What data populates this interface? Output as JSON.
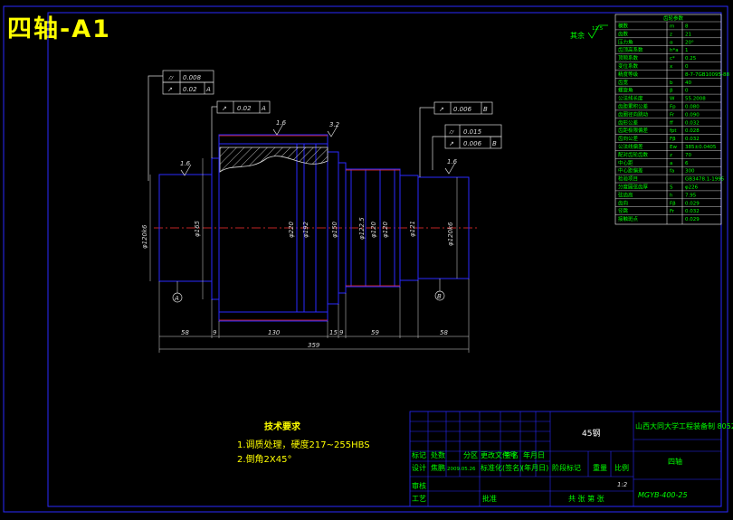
{
  "title_tag": "四轴-A1",
  "surface_note": {
    "label": "其余",
    "value": "12.5"
  },
  "tolerances": {
    "tl1": "0.008",
    "tl2": "0.02",
    "tl2_datum": "A",
    "t3": "0.02",
    "t3_datum": "A",
    "t4": "0.006",
    "t4_datum": "B",
    "t5": "0.015",
    "t6": "0.006",
    "t6_datum": "B"
  },
  "roughness": {
    "r1": "1.6",
    "r2": "1.6",
    "r3": "3.2",
    "r4": "1.6"
  },
  "datums": {
    "left": "A",
    "right": "B"
  },
  "diameters": {
    "d1": "φ120k6",
    "d2": "φ165",
    "d3": "φ220",
    "d4": "φ192",
    "d5": "φ150",
    "d6": "φ122.5",
    "d7": "φ120",
    "d8": "φ120",
    "d9": "φ121",
    "d10": "φ120k6"
  },
  "lengths": [
    "58",
    "9",
    "130",
    "15",
    "9",
    "59",
    "58"
  ],
  "total_length": "359",
  "tech_req": {
    "title": "技术要求",
    "items": [
      "1.调质处理，硬度217~255HBS",
      "2.倒角2X45°"
    ]
  },
  "param_table": {
    "title": "齿轮参数",
    "rows": [
      [
        "模数",
        "m",
        "8"
      ],
      [
        "齿数",
        "z",
        "21"
      ],
      [
        "压力角",
        "α",
        "20°"
      ],
      [
        "齿顶高系数",
        "h*a",
        "1"
      ],
      [
        "顶隙系数",
        "c*",
        "0.25"
      ],
      [
        "变位系数",
        "x",
        "0"
      ],
      [
        "精度等级",
        "",
        "8-7-7GB10095-88"
      ],
      [
        "齿宽",
        "b",
        "40"
      ],
      [
        "螺旋角",
        "β",
        "0"
      ],
      [
        "公法线长度",
        "W",
        "55.2008"
      ],
      [
        "齿距累积公差",
        "Fp",
        "0.080"
      ],
      [
        "齿圈径向跳动",
        "Fr",
        "0.090"
      ],
      [
        "齿形公差",
        "ff",
        "0.032"
      ],
      [
        "齿距极限偏差",
        "fpt",
        "0.028"
      ],
      [
        "齿向公差",
        "Fβ",
        "0.032"
      ],
      [
        "公法线偏差",
        "Ew",
        "385±0.0405"
      ],
      [
        "配对齿轮齿数",
        "z",
        "70"
      ],
      [
        "中心距",
        "a",
        "6"
      ],
      [
        "中心距偏差",
        "fa",
        "300"
      ],
      [
        "检验项目",
        "",
        "GB3478.1-1995"
      ],
      [
        "分度圆弦齿厚",
        "S",
        "φ226"
      ],
      [
        "弦齿高",
        "h",
        "7.95"
      ],
      [
        "齿向",
        "Fβ",
        "0.029"
      ],
      [
        "径跳",
        "Fr",
        "0.032"
      ],
      [
        "接触斑点",
        "",
        "0.029"
      ]
    ]
  },
  "title_block": {
    "material": "45钢",
    "school": "山西大同大学工程装备制 8052",
    "part_name": "四轴",
    "drawing_no": "MGYB-400-25",
    "scale": "1:2",
    "labels": {
      "mark": "标记",
      "count": "处数",
      "zone": "分区",
      "change_doc": "更改文件号",
      "sign": "签名",
      "date": "年月日",
      "design": "设计",
      "std": "标准化",
      "stage": "阶段标记",
      "weight": "重量",
      "ratio": "比例",
      "review": "审核",
      "process": "工艺",
      "approve": "批准",
      "sheets": "共 张 第 张",
      "design_name": "焦鹏",
      "design_date": "2009.05.26",
      "std_date": "(签名)",
      "std_year": "(年月日)"
    }
  }
}
